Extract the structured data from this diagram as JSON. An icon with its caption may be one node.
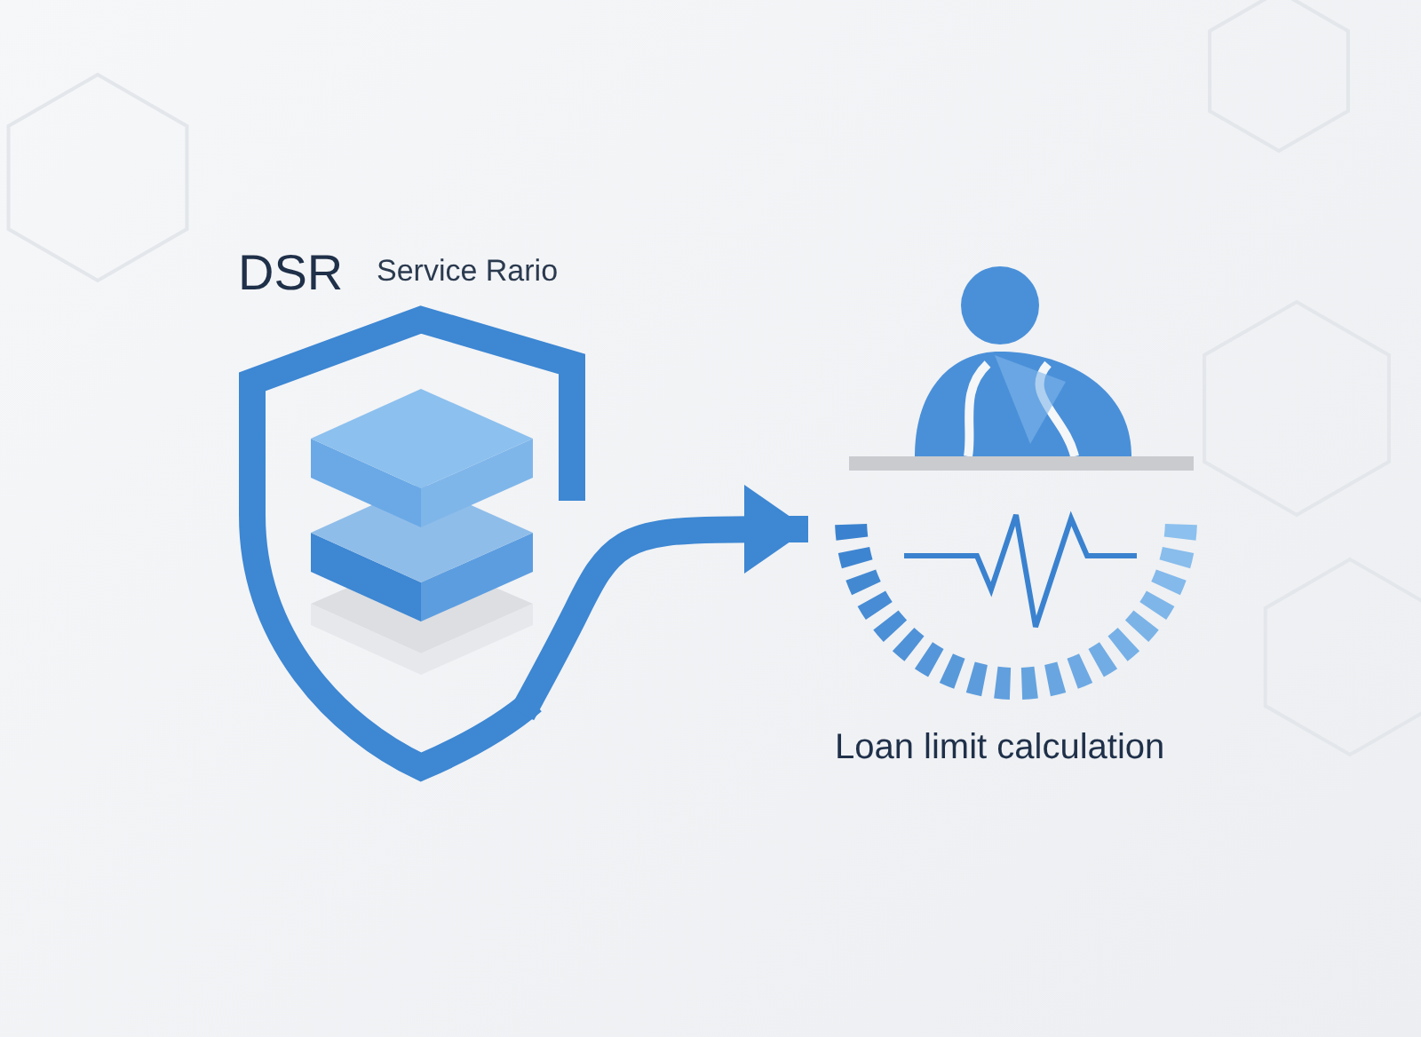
{
  "diagram": {
    "nodes": [
      {
        "text": [
          "DSR",
          "Service Rario"
        ]
      },
      {
        "text": [
          "Loan limit calculation"
        ]
      }
    ],
    "edges": [
      {
        "from": 0,
        "to": 1,
        "arrow": "to"
      }
    ]
  }
}
